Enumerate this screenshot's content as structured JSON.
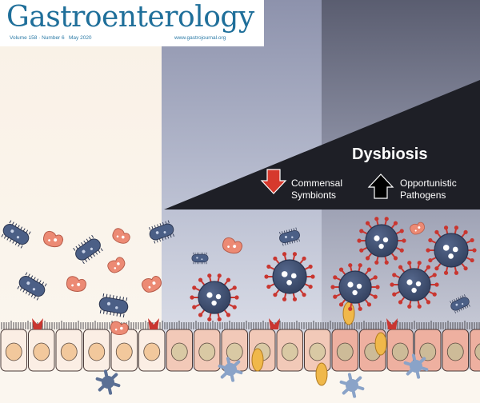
{
  "masthead": {
    "title": "Gastroenterology",
    "volume": "Volume 158 · Number 6",
    "date": "May 2020",
    "url": "www.gastrojournal.org"
  },
  "dysbiosis": {
    "title": "Dysbiosis",
    "commensal": [
      "Commensal",
      "Symbionts"
    ],
    "opportunistic": [
      "Opportunistic",
      "Pathogens"
    ]
  },
  "colors": {
    "title_blue": "#1f6f9a",
    "bacteria_blue": "#4b5f86",
    "bacteria_pink": "#ec8a74",
    "virus_body": "#3d4d6e",
    "virus_spike": "#c93630",
    "arrow_down": "#d6392d",
    "arrow_up": "#000000"
  }
}
